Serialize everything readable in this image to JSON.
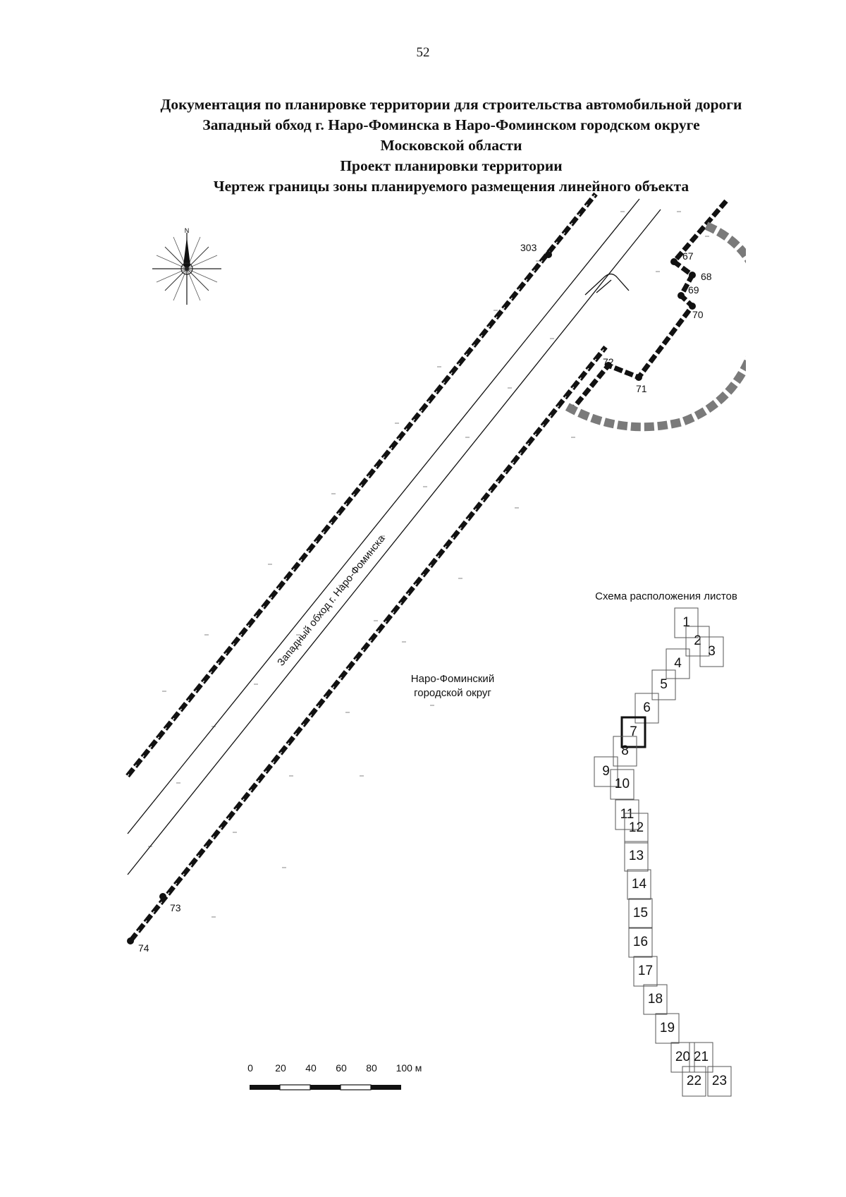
{
  "page_number": "52",
  "title_lines": [
    "Документация по планировке территории для строительства автомобильной дороги",
    "Западный обход г. Наро-Фоминска в Наро-Фоминском городском округе",
    "Московской области",
    "Проект планировки территории",
    "Чертеж границы зоны планируемого размещения линейного объекта"
  ],
  "map": {
    "compass_north": "N",
    "road_label": "Западный обход г. Наро-Фоминска",
    "district_label_line1": "Наро-Фоминский",
    "district_label_line2": "городской округ",
    "points": [
      "303",
      "67",
      "68",
      "69",
      "70",
      "71",
      "72",
      "73",
      "74"
    ]
  },
  "sheet_index": {
    "title": "Схема расположения листов",
    "highlighted_sheet": "7",
    "sheets": [
      "1",
      "2",
      "3",
      "4",
      "5",
      "6",
      "7",
      "8",
      "9",
      "10",
      "11",
      "12",
      "13",
      "14",
      "15",
      "16",
      "17",
      "18",
      "19",
      "20",
      "21",
      "22",
      "23"
    ]
  },
  "scale_bar": {
    "labels": [
      "0",
      "20",
      "40",
      "60",
      "80",
      "100 м"
    ]
  }
}
